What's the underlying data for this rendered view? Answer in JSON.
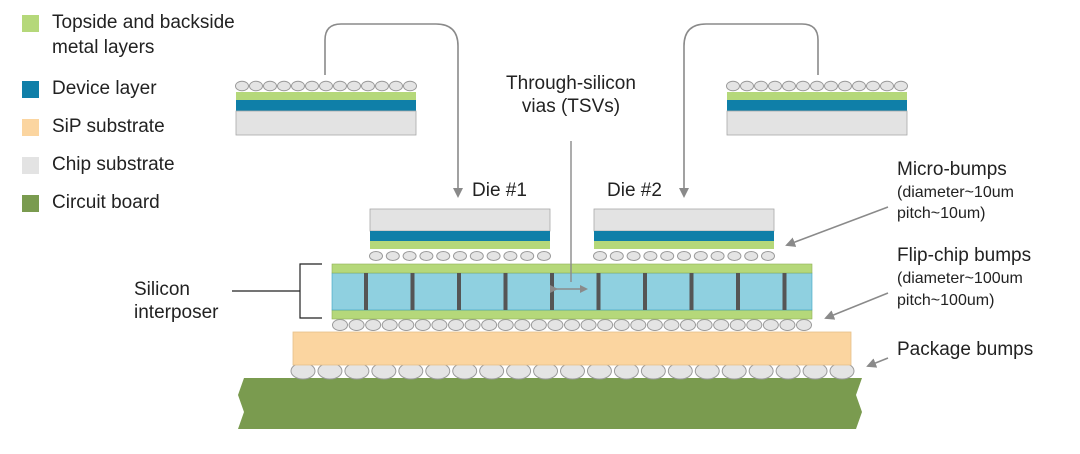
{
  "legend": {
    "items": [
      {
        "label_line1": "Topside and backside",
        "label_line2": "metal layers",
        "color": "#b5d87a",
        "name": "topside-backside-metal"
      },
      {
        "label_line1": "Device layer",
        "label_line2": "",
        "color": "#0f7fa8",
        "name": "device-layer"
      },
      {
        "label_line1": "SiP substrate",
        "label_line2": "",
        "color": "#fbd5a0",
        "name": "sip-substrate"
      },
      {
        "label_line1": "Chip substrate",
        "label_line2": "",
        "color": "#e3e3e3",
        "name": "chip-substrate"
      },
      {
        "label_line1": "Circuit board",
        "label_line2": "",
        "color": "#7a9b4f",
        "name": "circuit-board"
      }
    ]
  },
  "labels": {
    "tsv_line1": "Through-silicon",
    "tsv_line2": "vias (TSVs)",
    "die1": "Die #1",
    "die2": "Die #2",
    "interposer_line1": "Silicon",
    "interposer_line2": "interposer",
    "microbumps_title": "Micro-bumps",
    "microbumps_spec1": "(diameter~10um",
    "microbumps_spec2": "pitch~10um)",
    "flipchip_title": "Flip-chip bumps",
    "flipchip_spec1": "(diameter~100um",
    "flipchip_spec2": "pitch~100um)",
    "package_title": "Package bumps"
  },
  "colors": {
    "metal": "#b5d87a",
    "device": "#0f7fa8",
    "sip": "#fbd5a0",
    "chip": "#e3e3e3",
    "board": "#7a9b4f",
    "interposer": "#8fd0e0",
    "via": "#555555",
    "bump_fill": "#e4e4e4",
    "bump_stroke": "#9a9a9a",
    "arrow": "#8a8a8a"
  }
}
